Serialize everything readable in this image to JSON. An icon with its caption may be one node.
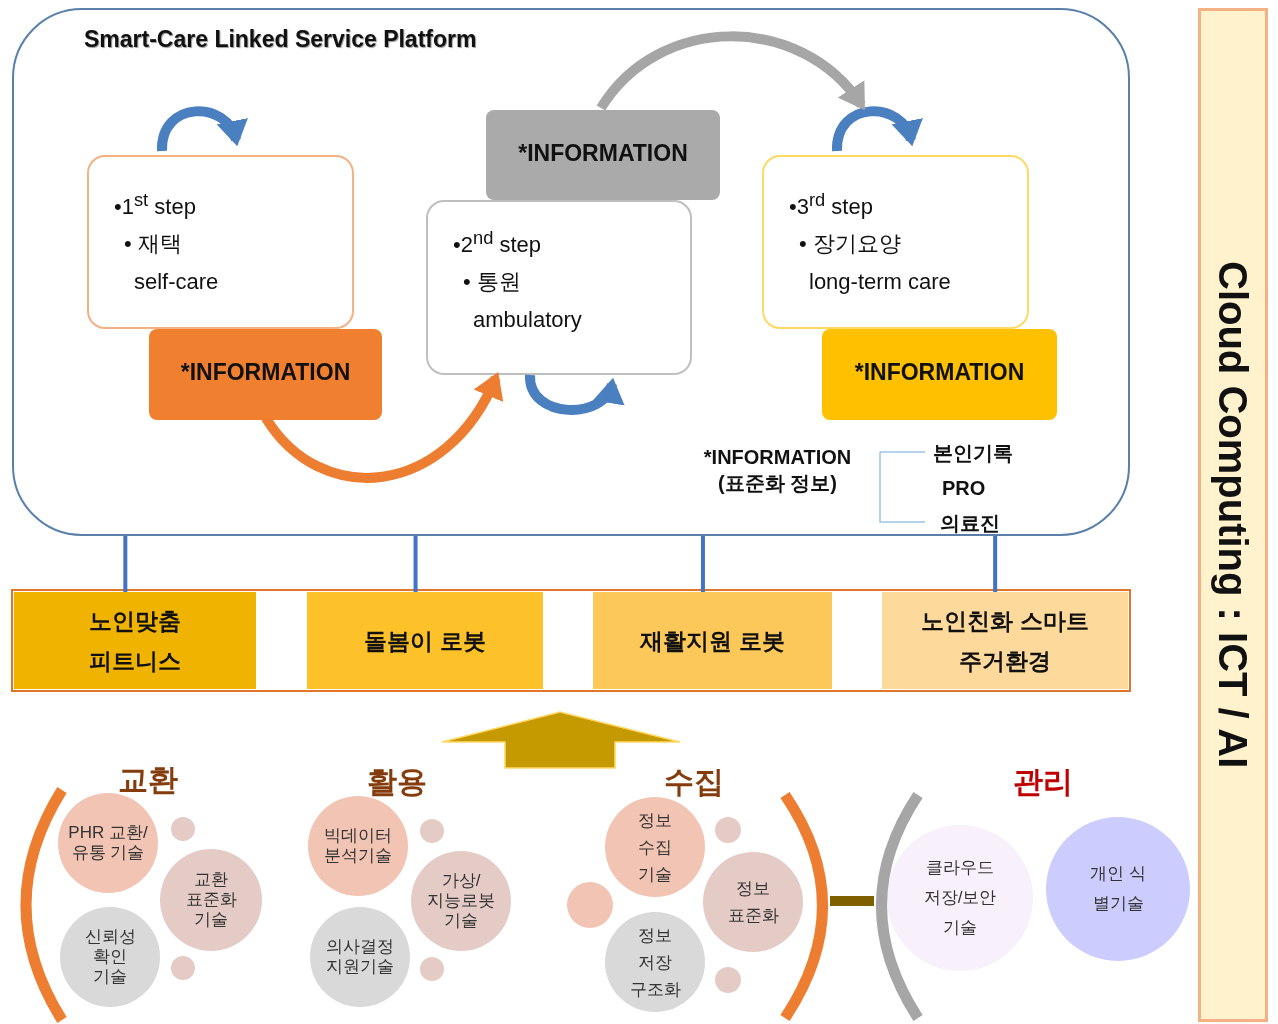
{
  "diagram": {
    "nodes": [
      {
        "text": [
          "Smart-Care Linked Service Platform"
        ]
      },
      {
        "text": [
          "•1$^{st}$ step",
          "• 재택",
          "self-care"
        ],
        "in": 0
      },
      {
        "text": [
          "*INFORMATION"
        ],
        "in": 0
      },
      {
        "text": [
          "•2$^{nd}$ step",
          "• 통원",
          "ambulatory"
        ],
        "in": 0
      },
      {
        "text": [
          "*INFORMATION"
        ],
        "in": 0
      },
      {
        "text": [
          "•3$^{rd}$ step",
          "• 장기요양",
          "long-term care"
        ],
        "in": 0
      },
      {
        "text": [
          "*INFORMATION"
        ],
        "in": 0
      },
      {
        "text": [
          "*INFORMATION (표준화 정보)"
        ],
        "in": 0
      },
      {
        "text": [
          "노인맞춤 피트니스"
        ]
      },
      {
        "text": [
          "돌봄이 로봇"
        ]
      },
      {
        "text": [
          "재활지원 로봇"
        ]
      },
      {
        "text": [
          "노인친화 스마트 주거환경"
        ]
      },
      {
        "text": [
          "PHR 교환/유통 기술"
        ]
      },
      {
        "text": [
          "교환 표준화 기술"
        ]
      },
      {
        "text": [
          "신뢰성 확인 기술"
        ]
      },
      {
        "text": [
          "빅데이터 분석기술"
        ]
      },
      {
        "text": [
          "가상/ 지능로봇 기술"
        ]
      },
      {
        "text": [
          "의사결정 지원기술"
        ]
      },
      {
        "text": [
          "정보 수집 기술"
        ]
      },
      {
        "text": [
          "정보 표준화"
        ]
      },
      {
        "text": [
          "정보 저장 구조화"
        ]
      },
      {
        "text": [
          "클라우드 저장/보안 기술"
        ]
      },
      {
        "text": [
          "개인 식 별기술"
        ]
      },
      {
        "text": [
          "Cloud Computing : ICT / AI"
        ]
      },
      {
        "text": [],
        "shape": "circle"
      },
      {
        "text": [],
        "shape": "circle"
      },
      {
        "text": [],
        "shape": "circle"
      },
      {
        "text": [],
        "shape": "circle"
      },
      {
        "text": [],
        "shape": "circle"
      },
      {
        "text": [],
        "shape": "circle"
      },
      {
        "text": [],
        "shape": "circle"
      }
    ],
    "edges": [
      {
        "from": null,
        "to": 1,
        "arrow": "to"
      },
      {
        "from": null,
        "to": 3,
        "arrow": "to"
      },
      {
        "from": null,
        "to": 5,
        "arrow": "to"
      },
      {
        "from": 2,
        "to": 3,
        "arrow": "to",
        "color": "#ed7d31"
      },
      {
        "from": 4,
        "to": 5,
        "arrow": "to",
        "color": "#a6a6a6"
      },
      {
        "from": 0,
        "to": 8,
        "arrow": "none"
      },
      {
        "from": 0,
        "to": 9,
        "arrow": "none"
      },
      {
        "from": 0,
        "to": 10,
        "arrow": "none"
      },
      {
        "from": 0,
        "to": 11,
        "arrow": "none"
      }
    ],
    "labels": [
      "본인기록",
      "PRO",
      "의료진",
      "교환",
      "활용",
      "수집",
      "관리"
    ]
  }
}
